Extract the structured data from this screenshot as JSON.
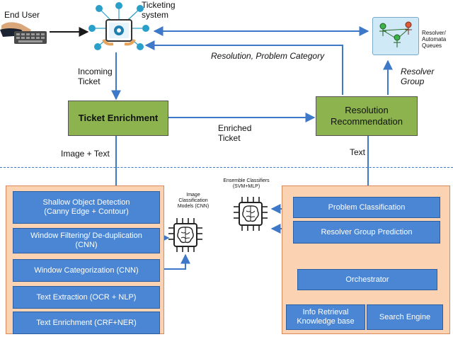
{
  "header": {
    "end_user": "End User",
    "ticketing_system": "Ticketing\nsystem",
    "resolver_queues": "Resolver/\nAutomata\nQueues"
  },
  "flows": {
    "incoming_ticket": "Incoming\nTicket",
    "resolution_problem_category": "Resolution, Problem Category",
    "resolver_group": "Resolver\nGroup",
    "enriched_ticket": "Enriched\nTicket",
    "image_text": "Image + Text",
    "text": "Text"
  },
  "stages": {
    "ticket_enrichment": "Ticket Enrichment",
    "resolution_recommendation": "Resolution\nRecommendation"
  },
  "left_panel": {
    "items": [
      "Shallow Object Detection\n(Canny Edge + Contour)",
      "Window Filtering/ De-duplication\n(CNN)",
      "Window Categorization (CNN)",
      "Text Extraction (OCR + NLP)",
      "Text Enrichment (CRF+NER)"
    ]
  },
  "models": {
    "image_models": "Image\nClassification\nModels (CNN)",
    "ensemble": "Ensemble Classifiers\n(SVM+MLP)"
  },
  "right_panel": {
    "problem_classification": "Problem Classification",
    "resolver_group_prediction": "Resolver Group Prediction",
    "orchestrator": "Orchestrator",
    "info_retrieval": "Info Retrieval\nKnowledge base",
    "search_engine": "Search Engine"
  },
  "colors": {
    "arrow": "#3e78c8",
    "green": "#8cb34d",
    "orange": "#fbd3b2",
    "blue": "#4a86d3"
  },
  "icons": [
    "keyboard-icon",
    "ticketing-network-icon",
    "people-network-icon",
    "brain-chip-icon"
  ]
}
